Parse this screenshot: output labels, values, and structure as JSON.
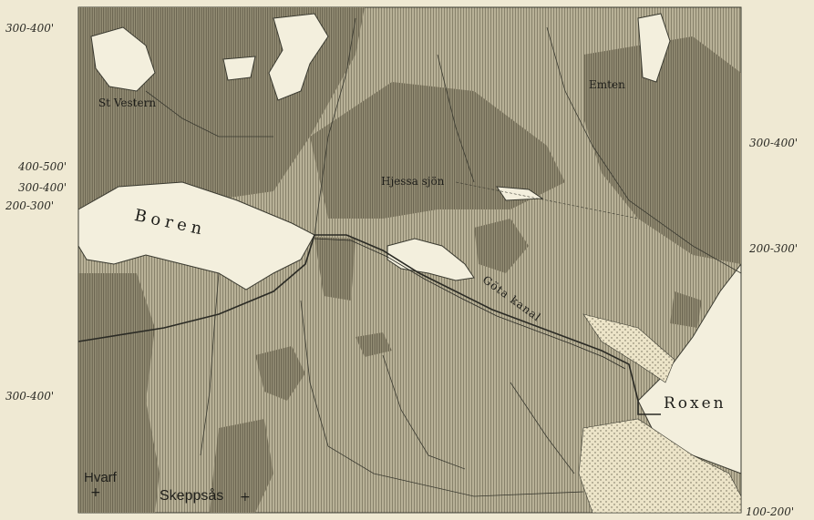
{
  "elevation_labels_left": [
    "300-400'",
    "400-500'",
    "300-400'",
    "200-300'",
    "300-400'"
  ],
  "elevation_labels_right": [
    "300-400'",
    "200-300'",
    "100-200'"
  ],
  "places": {
    "st_vestern": "St Vestern",
    "emten": "Emten",
    "hjessa_sjon": "Hjessa sjön",
    "boren": "Boren",
    "gota_kanal": "Göta kanal",
    "roxen": "Roxen",
    "hvarf": "Hvarf",
    "skeppsas": "Skeppsås"
  },
  "colors": {
    "paper": "#efe9d3",
    "lowland": "#bdb69c",
    "midland": "#a19a80",
    "highland": "#8a8368",
    "water": "#f3efdd",
    "ink": "#2a2a24"
  }
}
